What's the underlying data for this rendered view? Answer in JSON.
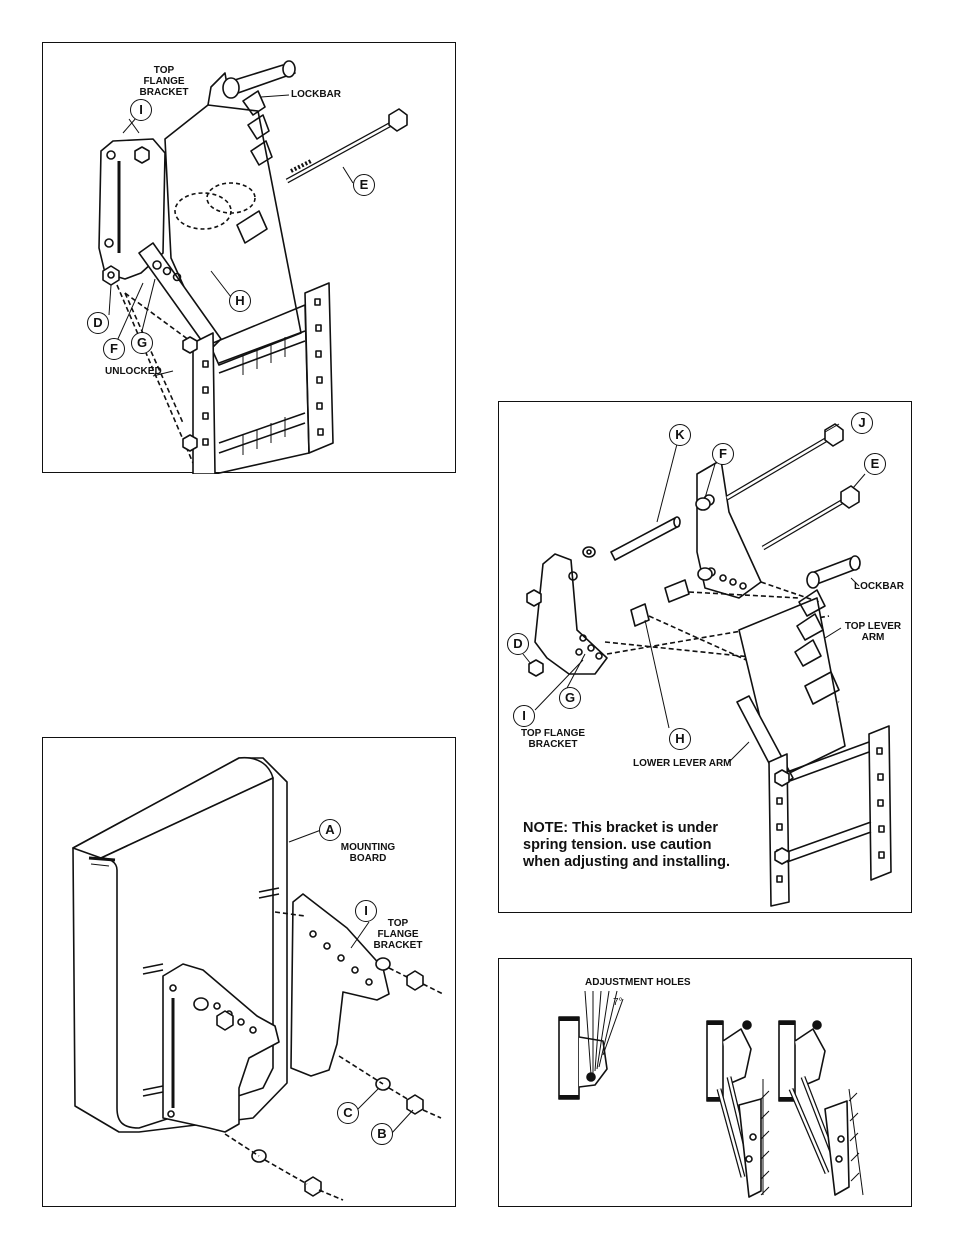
{
  "panel1": {
    "labels": {
      "top_flange_bracket": "TOP\nFLANGE\nBRACKET",
      "lockbar": "LOCKBAR",
      "unlocked": "UNLOCKED"
    },
    "callouts": {
      "i": "I",
      "e": "E",
      "h": "H",
      "d": "D",
      "f": "F",
      "g": "G"
    }
  },
  "panel2": {
    "labels": {
      "lockbar": "LOCKBAR",
      "top_lever_arm": "TOP LEVER\nARM",
      "top_flange_bracket": "TOP FLANGE\nBRACKET",
      "lower_lever_arm": "LOWER LEVER ARM"
    },
    "callouts": {
      "k": "K",
      "f": "F",
      "j": "J",
      "e": "E",
      "d": "D",
      "g": "G",
      "i": "I",
      "h": "H"
    },
    "note": "NOTE: This bracket is under\nspring tension. use caution\nwhen adjusting and installing."
  },
  "panel3": {
    "labels": {
      "mounting_board": "MOUNTING\nBOARD",
      "top_flange_bracket": "TOP\nFLANGE\nBRACKET"
    },
    "callouts": {
      "a": "A",
      "i": "I",
      "c": "C",
      "b": "B"
    }
  },
  "panel4": {
    "labels": {
      "adjustment_holes": "ADJUSTMENT HOLES"
    },
    "degree_mark": "7°"
  }
}
